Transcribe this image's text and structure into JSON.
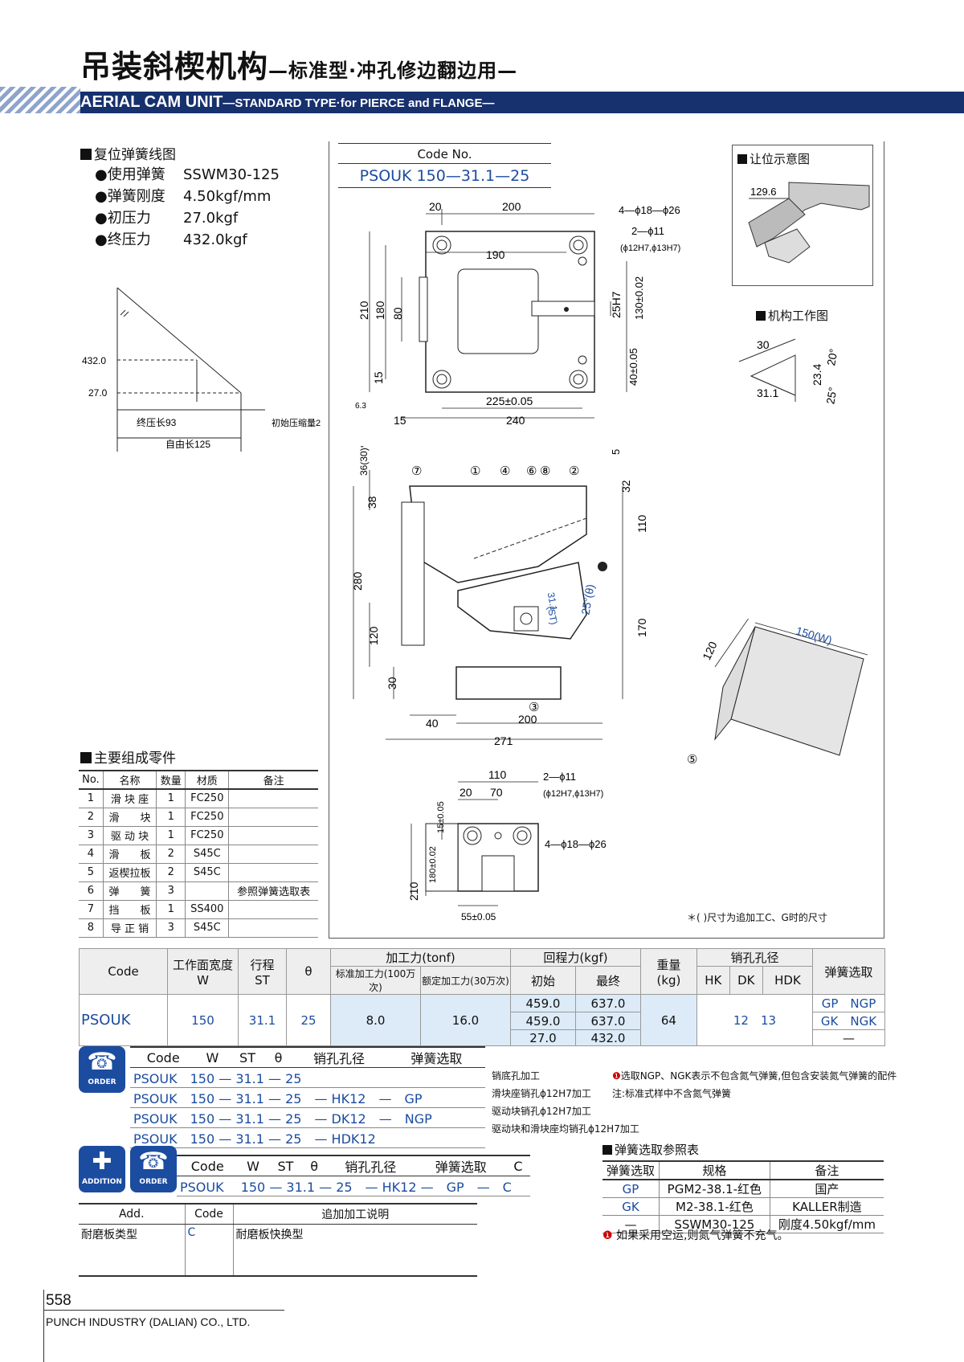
{
  "title": {
    "main": "吊装斜楔机构",
    "sub": "—标准型·冲孔修边翻边用—"
  },
  "banner": {
    "main": "AERIAL CAM UNIT",
    "sub": "—STANDARD TYPE·for PIERCE and FLANGE—"
  },
  "spring": {
    "heading": "复位弹簧线图",
    "rows": [
      {
        "k": "●使用弹簧",
        "v": "SSWM30-125"
      },
      {
        "k": "●弹簧刚度",
        "v": "4.50kgf/mm"
      },
      {
        "k": "●初压力",
        "v": "27.0kgf"
      },
      {
        "k": "●终压力",
        "v": "432.0kgf"
      }
    ],
    "chart": {
      "y_hi": "432.0",
      "y_lo": "27.0",
      "final_len": "终压长93",
      "init_comp": "初始压缩量2",
      "free_len": "自由长125"
    }
  },
  "code_no": {
    "label": "Code No.",
    "value": "PSOUK 150—31.1—25"
  },
  "inset_clear": {
    "heading": "让位示意图",
    "dim": "129.6"
  },
  "inset_work": {
    "heading": "机构工作图",
    "d1": "30",
    "d2": "31.1",
    "d3": "23.4",
    "a1": "20°",
    "a2": "25°"
  },
  "top_view": {
    "d20": "20",
    "d200": "200",
    "holes1": "4—ϕ18—ϕ26",
    "holes2": "2—ϕ11",
    "holes2b": "(ϕ12H7,ϕ13H7)",
    "d190": "190",
    "d210": "210",
    "d180": "180",
    "d80": "80",
    "d25": "25H7",
    "d130": "130±0.02",
    "d15": "15",
    "d40": "40±0.05",
    "d225": "225±0.05",
    "d15b": "15",
    "d240": "240",
    "r63": "6.3"
  },
  "side_view": {
    "d36": "36(30)*",
    "d38": "38",
    "d280": "280",
    "d120": "120",
    "d30": "30",
    "d5": "5",
    "d32": "32",
    "d110": "110",
    "d170": "170",
    "d40": "40",
    "d200": "200",
    "d271": "271",
    "st": "31.1",
    "st_l": "(ST)",
    "ang": "25°(θ)",
    "b7": "⑦",
    "b1": "①",
    "b4": "④",
    "b6": "⑥",
    "b8": "⑧",
    "b2": "②",
    "b3": "③"
  },
  "iso_view": {
    "d120": "120",
    "w": "150(W)",
    "b5": "⑤"
  },
  "bottom_view": {
    "d110": "110",
    "d20": "20",
    "d70": "70",
    "h1": "2—ϕ11",
    "h1b": "(ϕ12H7,ϕ13H7)",
    "h2": "4—ϕ18—ϕ26",
    "d15": "15±0.05",
    "d180": "180±0.02",
    "d210": "210",
    "d55": "55±0.05"
  },
  "footnote": "＊(   )尺寸为追加工C、G时的尺寸",
  "parts": {
    "heading": "主要组成零件",
    "cols": [
      "No.",
      "名称",
      "数量",
      "材质",
      "备注"
    ],
    "rows": [
      [
        "1",
        "滑 块 座",
        "1",
        "FC250",
        ""
      ],
      [
        "2",
        "滑　　块",
        "1",
        "FC250",
        ""
      ],
      [
        "3",
        "驱 动 块",
        "1",
        "FC250",
        ""
      ],
      [
        "4",
        "滑　　板",
        "2",
        "S45C",
        ""
      ],
      [
        "5",
        "返楔拉板",
        "2",
        "S45C",
        ""
      ],
      [
        "6",
        "弹　　簧",
        "3",
        "",
        "参照弹簧选取表"
      ],
      [
        "7",
        "挡　　板",
        "1",
        "SS400",
        ""
      ],
      [
        "8",
        "导 正 销",
        "3",
        "S45C",
        ""
      ]
    ]
  },
  "main_table": {
    "h_code": "Code",
    "h_w": "工作面宽度",
    "h_w2": "W",
    "h_st": "行程",
    "h_st2": "ST",
    "h_theta": "θ",
    "h_force": "加工力(tonf)",
    "h_f1": "标准加工力(100万次)",
    "h_f2": "额定加工力(30万次)",
    "h_ret": "回程力(kgf)",
    "h_r1": "初始",
    "h_r2": "最终",
    "h_wt": "重量",
    "h_wt2": "(kg)",
    "h_pin": "销孔孔径",
    "h_hk": "HK",
    "h_dk": "DK",
    "h_hdk": "HDK",
    "h_sp": "弹簧选取",
    "code": "PSOUK",
    "w": "150",
    "st": "31.1",
    "theta": "25",
    "f1": "8.0",
    "f2": "16.0",
    "r1a": "459.0",
    "r2a": "637.0",
    "r1b": "459.0",
    "r2b": "637.0",
    "r1c": "27.0",
    "r2c": "432.0",
    "wt": "64",
    "pin": "12　13",
    "sp1": "GP　NGP",
    "sp2": "GK　NGK",
    "sp3": "—"
  },
  "order": {
    "badge": "ORDER",
    "cols": [
      "Code",
      "W",
      "ST",
      "θ",
      "销孔孔径",
      "弹簧选取"
    ],
    "rows": [
      "PSOUK　150 — 31.1 — 25",
      "PSOUK　150 — 31.1 — 25　— HK12　—　GP",
      "PSOUK　150 — 31.1 — 25　— DK12　—　NGP",
      "PSOUK　150 — 31.1 — 25　— HDK12"
    ],
    "notes": [
      "销底孔加工",
      "滑块座销孔ϕ12H7加工",
      "驱动块销孔ϕ12H7加工",
      "驱动块和滑块座均销孔ϕ12H7加工"
    ],
    "remark1": "选取NGP、NGK表示不包含氮气弹簧,但包含安装氮气弹簧的配件",
    "remark2": "注:标准式样中不含氮气弹簧"
  },
  "add_order": {
    "badge1": "ADDITION",
    "badge2": "ORDER",
    "cols": [
      "Code",
      "W",
      "ST",
      "θ",
      "销孔孔径",
      "弹簧选取",
      "C"
    ],
    "row": "PSOUK　 150 — 31.1 — 25　— HK12 —　GP　—　C"
  },
  "add_table": {
    "cols": [
      "Add.",
      "Code",
      "追加加工说明"
    ],
    "row": [
      "耐磨板类型",
      "C",
      "耐磨板快换型"
    ]
  },
  "spring_ref": {
    "heading": "弹簧选取参照表",
    "cols": [
      "弹簧选取",
      "规格",
      "备注"
    ],
    "rows": [
      [
        "GP",
        "PGM2-38.1-红色",
        "国产"
      ],
      [
        "GK",
        "M2-38.1-红色",
        "KALLER制造"
      ],
      [
        "—",
        "SSWM30-125",
        "刚度4.50kgf/mm"
      ]
    ],
    "remark": "如果采用空运,则氮气弹簧不充气。"
  },
  "footer": {
    "page": "558",
    "company": "PUNCH INDUSTRY (DALIAN) CO., LTD."
  },
  "colors": {
    "navy": "#17306e",
    "blue": "#1b4ca0",
    "lightblue": "#dcebf7"
  }
}
